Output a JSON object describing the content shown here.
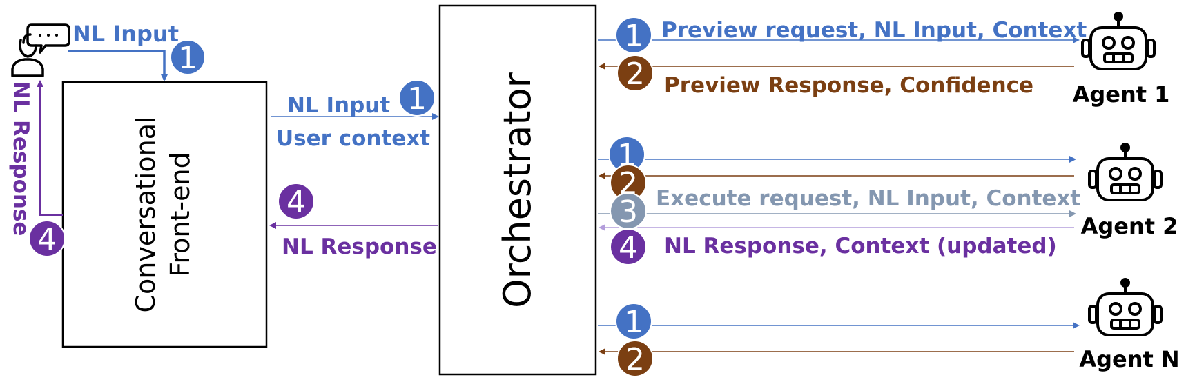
{
  "colors": {
    "blue": "#4472c4",
    "brown": "#7b3f12",
    "purple": "#6a30a0",
    "gray": "#8497b0",
    "black": "#000000"
  },
  "user": {
    "icon": "user-chat-icon"
  },
  "frontend": {
    "line1": "Conversational",
    "line2": "Front-end"
  },
  "orchestrator": {
    "label": "Orchestrator"
  },
  "labels": {
    "nl_input_top": "NL Input",
    "nl_response_left": "NL Response",
    "nl_input_mid": "NL Input",
    "user_context": "User context",
    "nl_response_mid": "NL Response",
    "preview_request": "Preview request, NL Input, Context",
    "preview_response": "Preview Response, Confidence",
    "execute_request": "Execute request, NL Input, Context",
    "nl_response_context": "NL Response, Context (updated)"
  },
  "agents": [
    {
      "name": "Agent 1",
      "icon": "robot-icon"
    },
    {
      "name": "Agent 2",
      "icon": "robot-icon"
    },
    {
      "name": "Agent N",
      "icon": "robot-icon"
    }
  ],
  "badges": {
    "one": "1",
    "two": "2",
    "three": "3",
    "four": "4"
  }
}
